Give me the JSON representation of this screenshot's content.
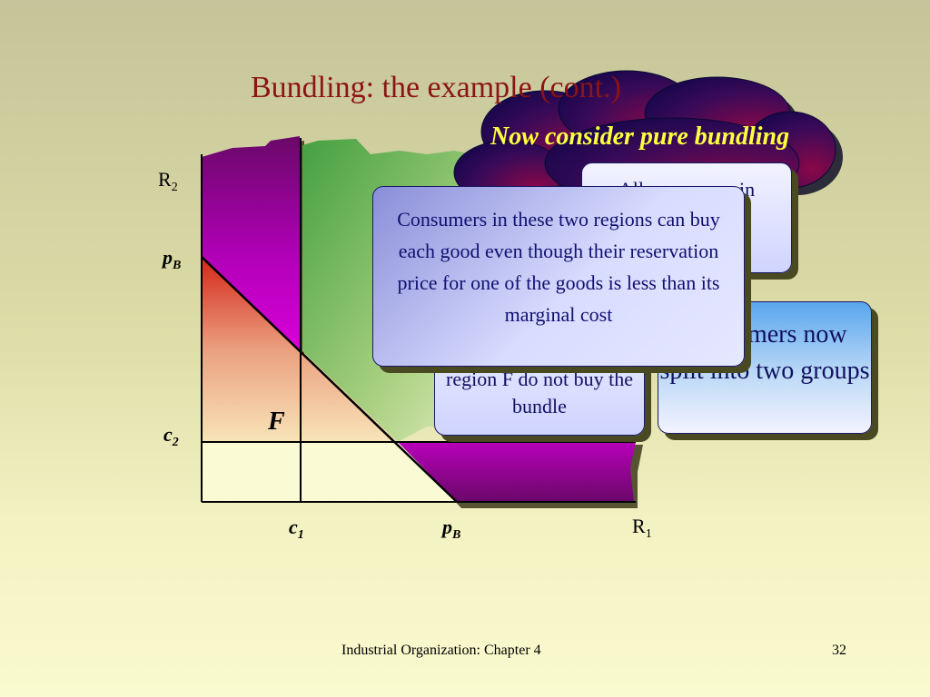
{
  "slide": {
    "title": "Bundling: the example (cont.)",
    "footer_text": "Industrial Organization: Chapter 4",
    "page_number": "32"
  },
  "diagram": {
    "axis_y_label": "R",
    "axis_y_sub": "2",
    "axis_x_label": "R",
    "axis_x_sub": "1",
    "y_tick_pb": "p",
    "y_tick_pb_sub": "B",
    "y_tick_c2": "c",
    "y_tick_c2_sub": "2",
    "x_tick_c1": "c",
    "x_tick_c1_sub": "1",
    "x_tick_pb": "p",
    "x_tick_pb_sub": "B",
    "region_label": "F",
    "colors": {
      "purple": "#7a0a7a",
      "magenta": "#d400d4",
      "green": "#4fa84a",
      "red": "#d42a1a",
      "cream": "#fafad0",
      "title": "#8b1414"
    }
  },
  "callouts": {
    "cloud_text": "Now consider pure bundling",
    "back_top_text": "All consumers in",
    "right_text": "Consumers now split into two groups",
    "mid_text": "region F do not buy the bundle",
    "front_text": "Consumers in these two regions can buy each good even though their reservation price for one of the goods is less than its marginal cost"
  }
}
